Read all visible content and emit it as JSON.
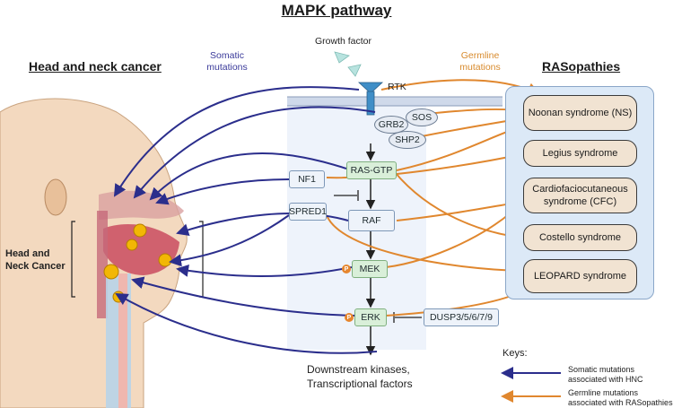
{
  "title": "MAPK pathway",
  "left_title": "Head and neck cancer",
  "right_title": "RASopathies",
  "somatic_note": "Somatic mutations",
  "germline_note": "Germline mutations",
  "growth_factor": "Growth factor",
  "rtk": "RTK",
  "nodes": {
    "grb2": "GRB2",
    "sos": "SOS",
    "shp2": "SHP2",
    "ras_gtp": "RAS-GTP",
    "nf1": "NF1",
    "spred1": "SPRED1",
    "raf": "RAF",
    "mek": "MEK",
    "erk": "ERK",
    "dusp": "DUSP3/5/6/7/9",
    "p": "P"
  },
  "downstream": [
    "Downstream kinases,",
    "Transcriptional factors"
  ],
  "hnc_label": [
    "Head and",
    "Neck Cancer"
  ],
  "diseases": [
    "Noonan syndrome (NS)",
    "Legius syndrome",
    "Cardiofaciocutaneous syndrome (CFC)",
    "Costello syndrome",
    "LEOPARD syndrome"
  ],
  "keys": {
    "title": "Keys:",
    "somatic": [
      "Somatic mutations",
      "associated with HNC"
    ],
    "germline": [
      "Germline mutations",
      "associated with RASopathies"
    ]
  },
  "colors": {
    "somatic": "#2b2e8c",
    "germline": "#e0872e",
    "pathway_green": "#d9efd9",
    "disease_fill": "#f1e3d2",
    "panel_blue": "#dce9f7"
  }
}
